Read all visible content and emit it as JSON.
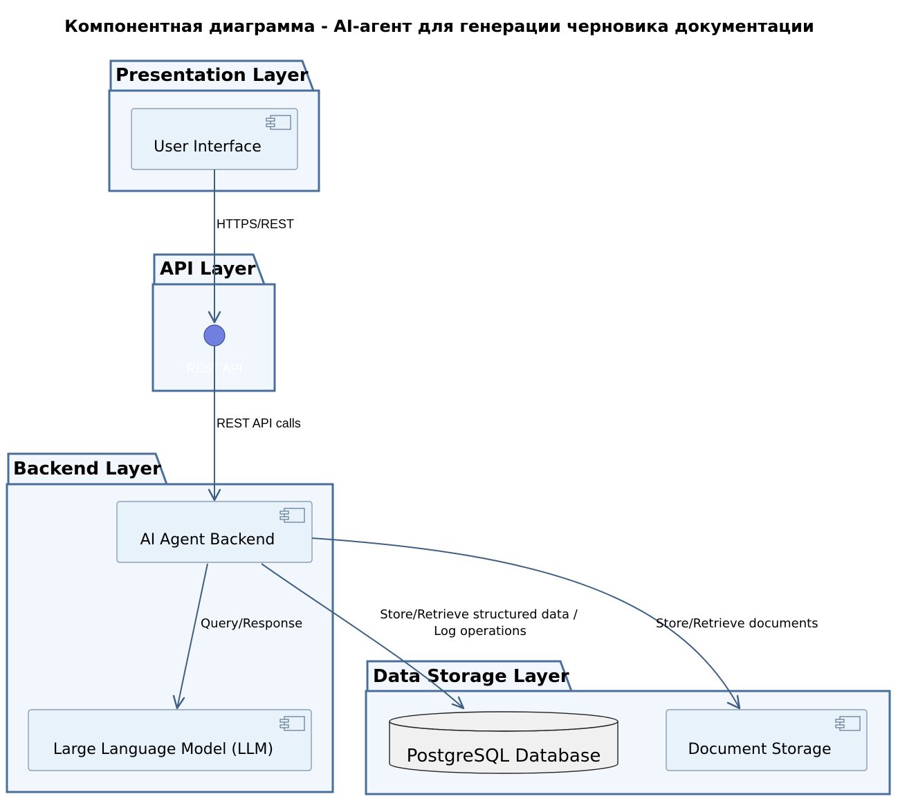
{
  "title": "Компонентная диаграмма - AI-агент для генерации черновика документации",
  "packages": {
    "presentation": "Presentation Layer",
    "api": "API Layer",
    "backend": "Backend Layer",
    "storage": "Data Storage Layer"
  },
  "components": {
    "user_interface": "User Interface",
    "ai_agent_backend": "AI Agent Backend",
    "llm": "Large Language Model (LLM)",
    "postgres": "PostgreSQL Database",
    "document_storage": "Document Storage"
  },
  "interface": {
    "rest_api": "REST API",
    "color": "#7080E0"
  },
  "edges": {
    "ui_to_api": "HTTPS/REST",
    "api_to_backend": "REST API calls",
    "backend_to_llm": "Query/Response",
    "backend_to_db_line1": "Store/Retrieve structured data /",
    "backend_to_db_line2": "Log operations",
    "backend_to_docs": "Store/Retrieve documents"
  },
  "colors": {
    "package_border": "#4A6E9A",
    "package_fill": "#F1F7FC",
    "component_fill": "#E8F2FB",
    "edge": "#3E5E84",
    "database_fill": "#F0F0F0"
  }
}
